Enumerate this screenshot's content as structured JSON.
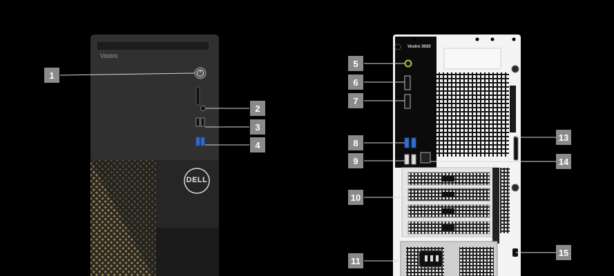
{
  "front": {
    "model_label": "Vostro",
    "logo_text": "DELL"
  },
  "back": {
    "model_label": "Vostro 3020"
  },
  "callouts": [
    {
      "id": "c1",
      "label": "1"
    },
    {
      "id": "c2",
      "label": "2"
    },
    {
      "id": "c3",
      "label": "3"
    },
    {
      "id": "c4",
      "label": "4"
    },
    {
      "id": "c5",
      "label": "5"
    },
    {
      "id": "c6",
      "label": "6"
    },
    {
      "id": "c7",
      "label": "7"
    },
    {
      "id": "c8",
      "label": "8"
    },
    {
      "id": "c9",
      "label": "9"
    },
    {
      "id": "c10",
      "label": "10"
    },
    {
      "id": "c11",
      "label": "11"
    },
    {
      "id": "c13",
      "label": "13"
    },
    {
      "id": "c14",
      "label": "14"
    },
    {
      "id": "c15",
      "label": "15"
    }
  ],
  "colors": {
    "background": "#000000",
    "callout": "#8a8a8a",
    "usb3_blue": "#2f6fd6",
    "audio_green": "#b9c23a",
    "pattern_gold": "#b8a46a"
  }
}
